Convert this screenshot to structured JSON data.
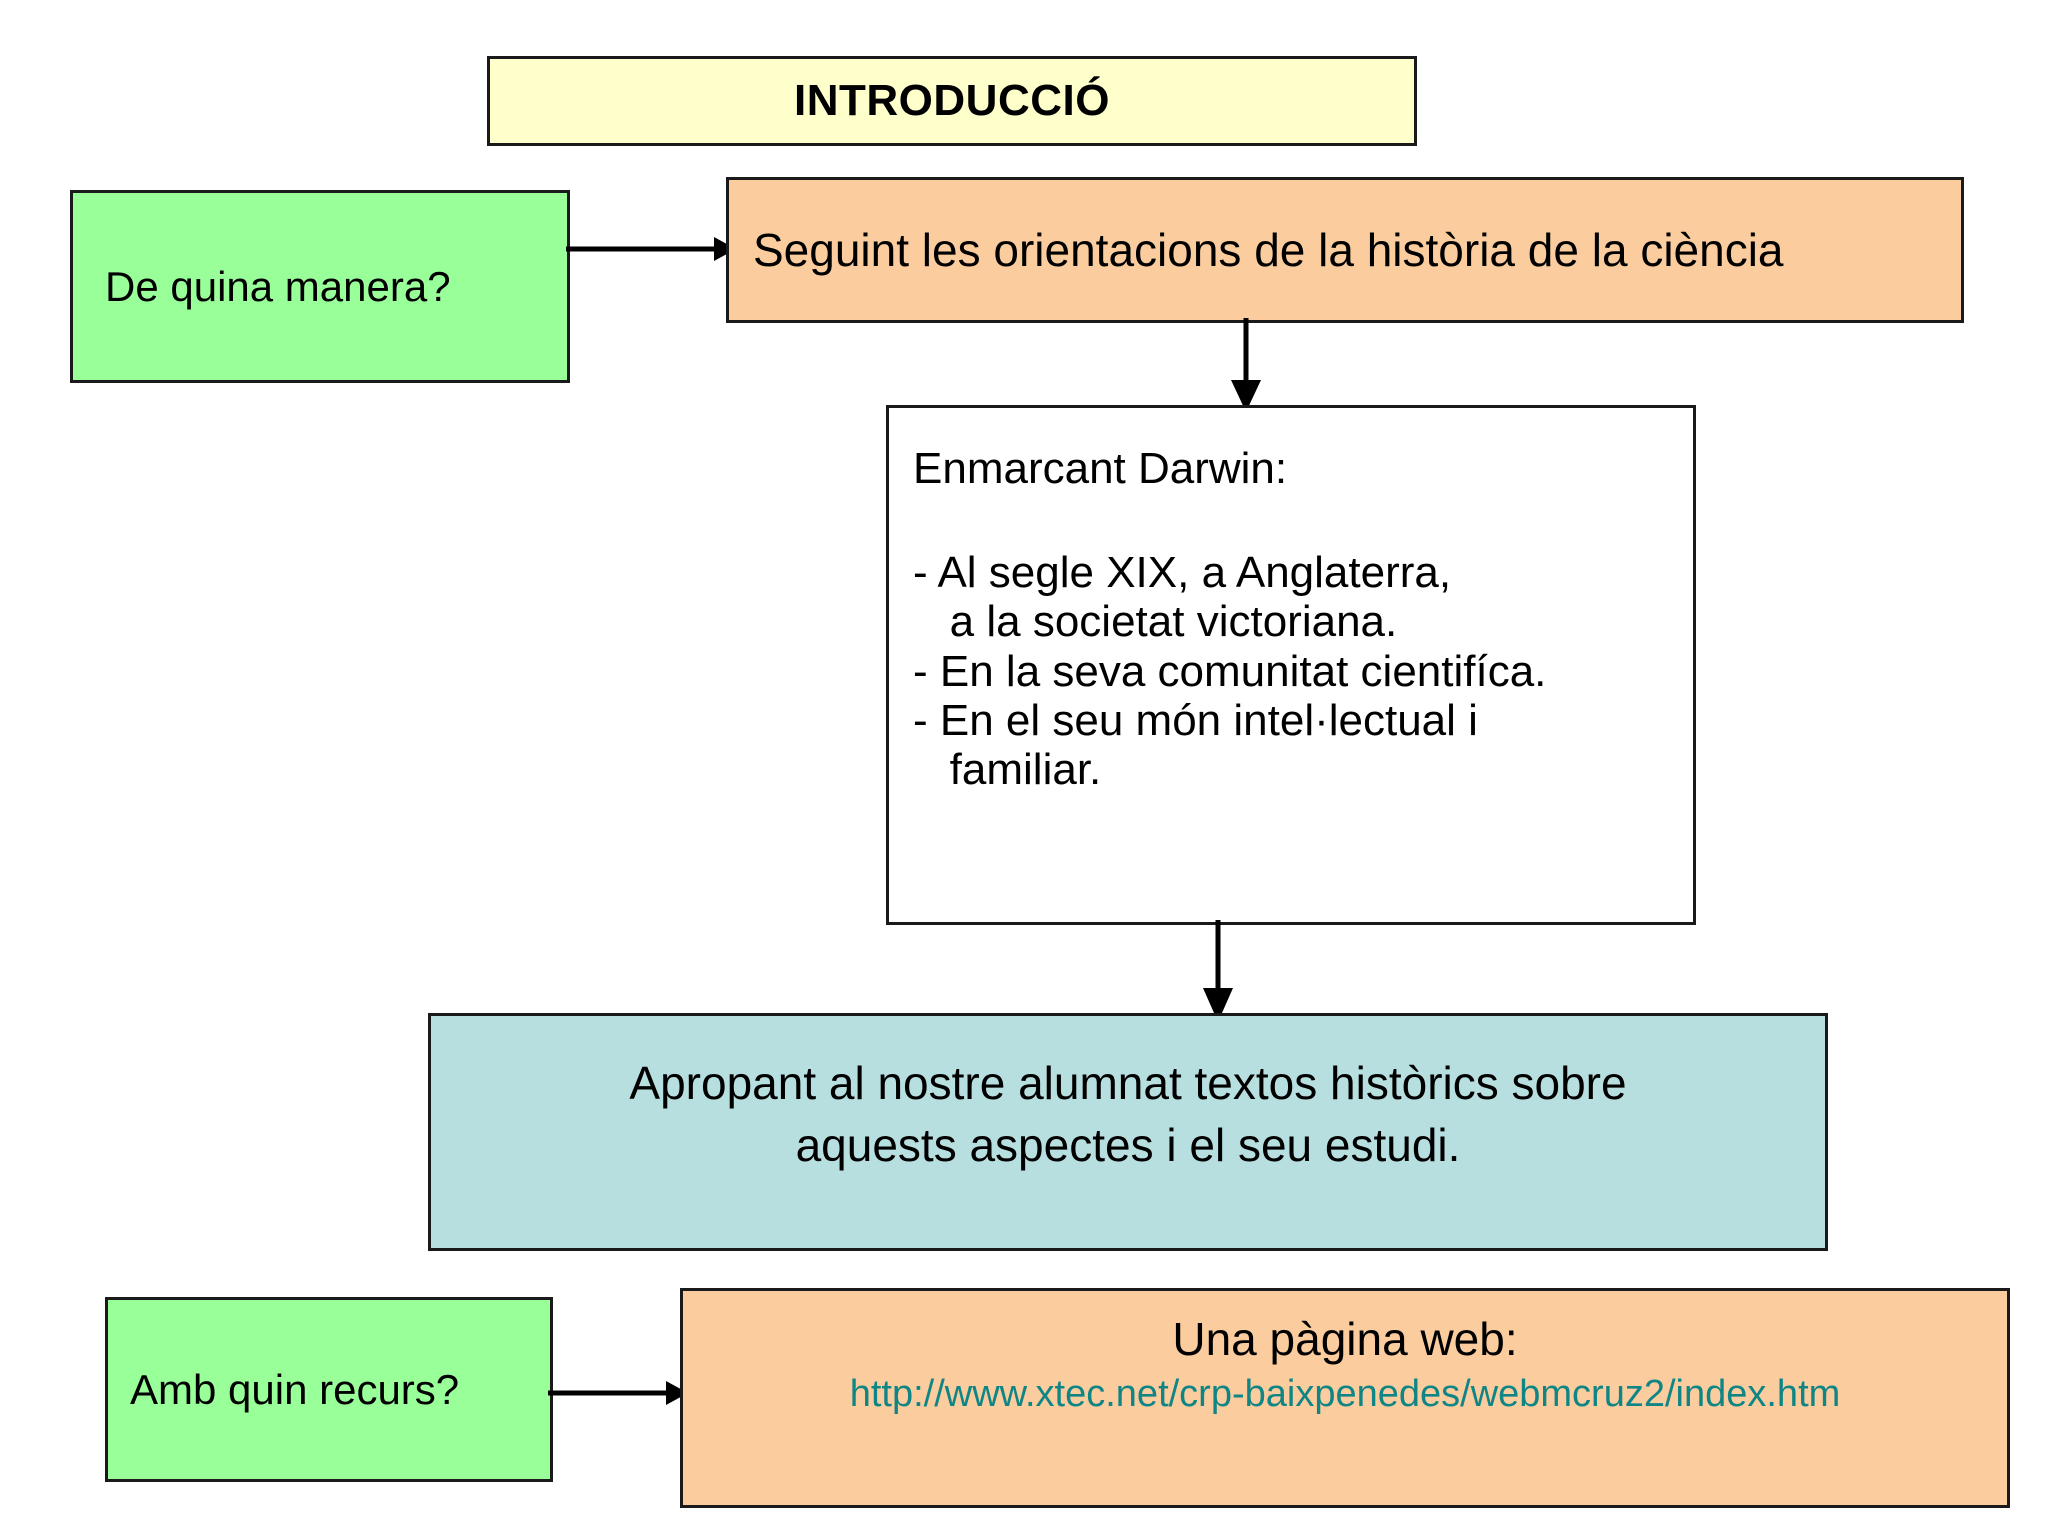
{
  "title": {
    "label": "INTRODUCCIÓ"
  },
  "row_how": {
    "question": "De quina manera?",
    "answer": "Seguint les orientacions de la història de la ciència",
    "arrow": "arrow-right"
  },
  "darwin": {
    "heading": "Enmarcant Darwin:",
    "items": [
      "- Al segle XIX, a Anglaterra,",
      "   a la societat victoriana.",
      "- En la seva comunitat cientifíca.",
      "- En el seu món intel·lectual i",
      "   familiar."
    ],
    "arrow_in": "arrow-down",
    "arrow_out": "arrow-down"
  },
  "approach": {
    "lines": [
      "Apropant al nostre alumnat textos històrics sobre",
      "aquests aspectes i el seu estudi."
    ]
  },
  "row_resource": {
    "question": "Amb quin recurs?",
    "answer_title": "Una pàgina web:",
    "answer_url": "http://www.xtec.net/crp-baixpenedes/webmcruz2/index.htm",
    "arrow": "arrow-right"
  },
  "colors": {
    "title_bg": "#FFFFCC",
    "question_bg": "#99FF99",
    "answer_bg": "#FBCD9E",
    "approach_bg": "#B8DFE0",
    "detail_bg": "#FFFFFF",
    "border": "#1A1A1A",
    "url_text": "#0F8585",
    "body_text": "#000000"
  }
}
